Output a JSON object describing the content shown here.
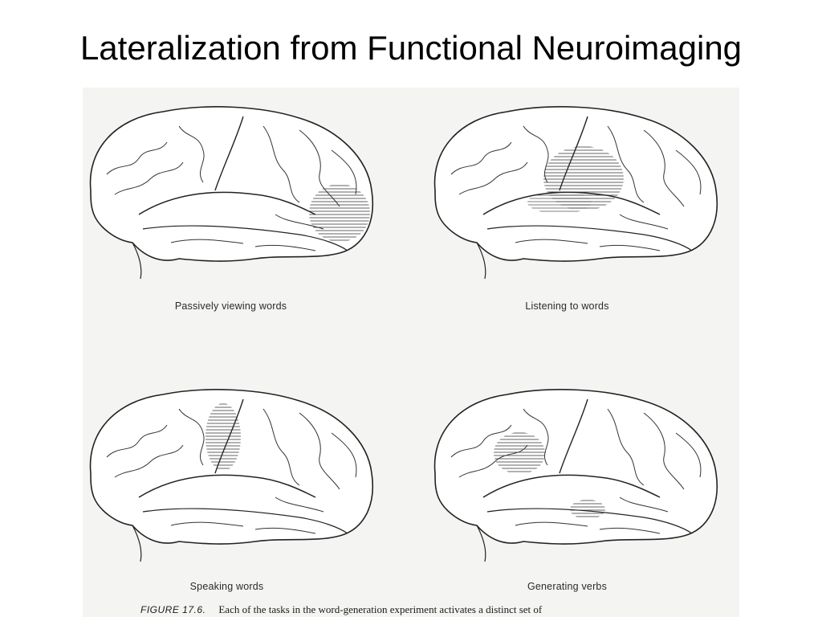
{
  "slide": {
    "title": "Lateralization from Functional Neuroimaging"
  },
  "figure": {
    "panels": [
      {
        "caption": "Passively viewing words",
        "activation_area": "occipital"
      },
      {
        "caption": "Listening to words",
        "activation_area": "temporal"
      },
      {
        "caption": "Speaking words",
        "activation_area": "motor"
      },
      {
        "caption": "Generating verbs",
        "activation_area": "frontal-temporal"
      }
    ],
    "caption_label": "FIGURE 17.6.",
    "caption_text": "Each of the tasks in the word-generation experiment activates a distinct set of"
  }
}
